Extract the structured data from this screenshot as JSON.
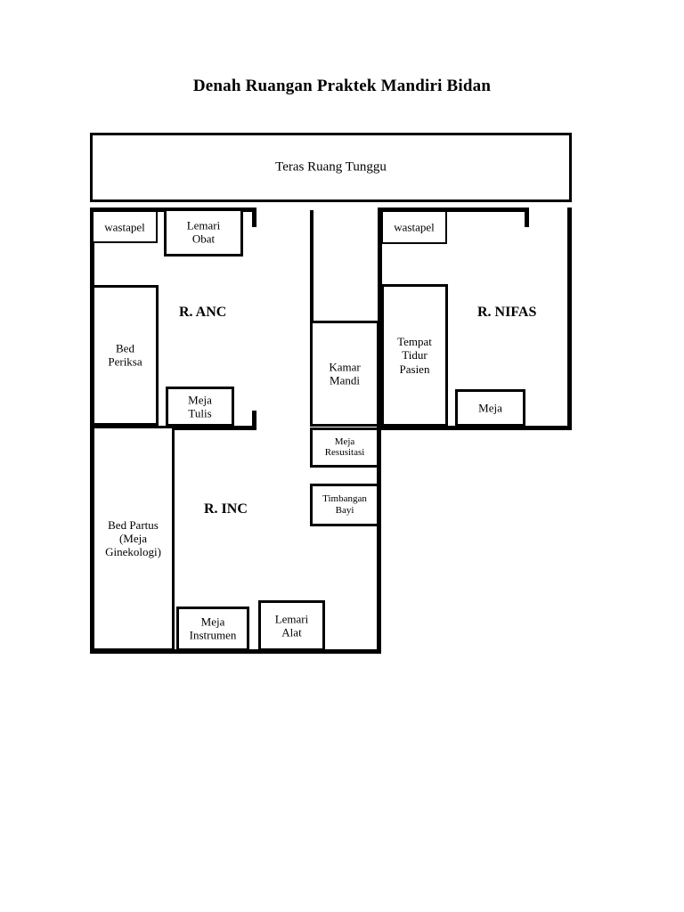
{
  "title": "Denah Ruangan Praktek Mandiri Bidan",
  "teras": {
    "label": "Teras Ruang Tunggu"
  },
  "rooms": [
    {
      "key": "anc",
      "name": "R. ANC"
    },
    {
      "key": "inc",
      "name": "R. INC"
    },
    {
      "key": "nifas",
      "name": "R. NIFAS"
    }
  ],
  "furniture": {
    "wastapel_anc": "wastapel",
    "lemari_obat": "Lemari\nObat",
    "lemari_obat_line1": "Lemari",
    "lemari_obat_line2": "Obat",
    "bed_periksa_line1": "Bed",
    "bed_periksa_line2": "Periksa",
    "meja_tulis_line1": "Meja",
    "meja_tulis_line2": "Tulis",
    "bed_partus_line1": "Bed Partus",
    "bed_partus_line2": "(Meja",
    "bed_partus_line3": "Ginekologi)",
    "meja_instrumen_line1": "Meja",
    "meja_instrumen_line2": "Instrumen",
    "lemari_alat_line1": "Lemari",
    "lemari_alat_line2": "Alat",
    "kamar_mandi_line1": "Kamar",
    "kamar_mandi_line2": "Mandi",
    "meja_resusitasi_line1": "Meja",
    "meja_resusitasi_line2": "Resusitasi",
    "timbangan_bayi_line1": "Timbangan",
    "timbangan_bayi_line2": "Bayi",
    "wastapel_nifas": "wastapel",
    "tempat_tidur_line1": "Tempat",
    "tempat_tidur_line2": "Tidur",
    "tempat_tidur_line3": "Pasien",
    "meja_nifas": "Meja"
  },
  "colors": {
    "wall": "#000000",
    "background": "#ffffff",
    "text": "#000000"
  }
}
